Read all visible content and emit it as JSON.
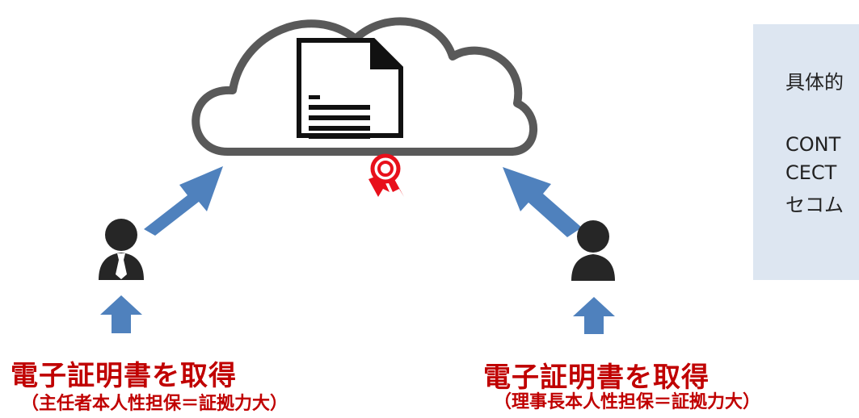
{
  "left_signer": {
    "main_label": "電子証明書を取得",
    "sub_label": "（主任者本人性担保＝証拠力大）"
  },
  "right_signer": {
    "main_label": "電子証明書を取得",
    "sub_label": "（理事長本人性担保＝証拠力大）"
  },
  "info_box": {
    "lines": [
      "具体的",
      "CONT",
      "CECT",
      "セコム"
    ]
  },
  "colors": {
    "arrow": "#4f81bd",
    "label": "#c00000",
    "cloud_stroke": "#595959",
    "person": "#262626",
    "seal": "#e8101b",
    "info_bg": "#dde6f1"
  },
  "icons": [
    "cloud-icon",
    "document-icon",
    "certificate-seal-icon",
    "person-with-tie-icon",
    "person-icon",
    "arrow-icon"
  ]
}
